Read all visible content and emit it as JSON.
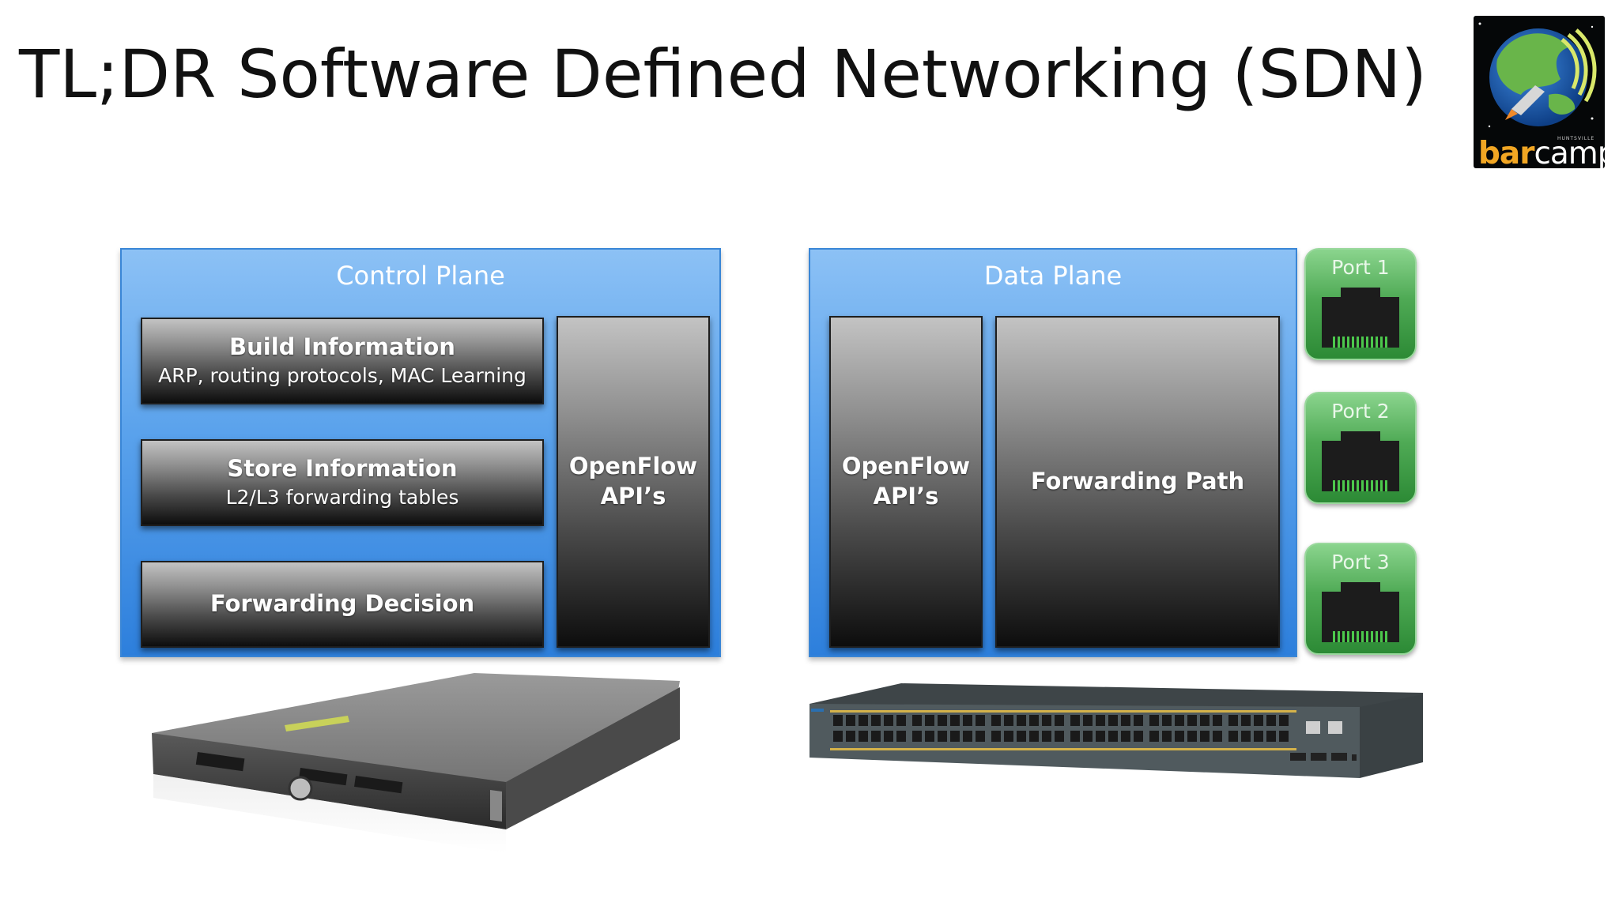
{
  "slide": {
    "title": "TL;DR Software Defined Networking (SDN)"
  },
  "logo": {
    "word_bar": "bar",
    "word_camp": "camp",
    "small_text": "HUNTSVILLE"
  },
  "control_plane": {
    "title": "Control Plane",
    "blocks": [
      {
        "main": "Build Information",
        "sub": "ARP, routing protocols, MAC Learning"
      },
      {
        "main": "Store Information",
        "sub": "L2/L3 forwarding tables"
      },
      {
        "main": "Forwarding Decision",
        "sub": ""
      }
    ],
    "api": {
      "line1": "OpenFlow",
      "line2": "API’s"
    }
  },
  "data_plane": {
    "title": "Data Plane",
    "api": {
      "line1": "OpenFlow",
      "line2": "API’s"
    },
    "forwarding": "Forwarding Path"
  },
  "ports": [
    {
      "label": "Port 1"
    },
    {
      "label": "Port 2"
    },
    {
      "label": "Port 3"
    }
  ],
  "hardware": {
    "server": "server-appliance",
    "switch": "ethernet-switch"
  },
  "colors": {
    "plane_blue": "#5aa2ec",
    "port_green": "#4faa55",
    "block_dark": "#0d0d0d",
    "logo_orange": "#f1a623"
  }
}
